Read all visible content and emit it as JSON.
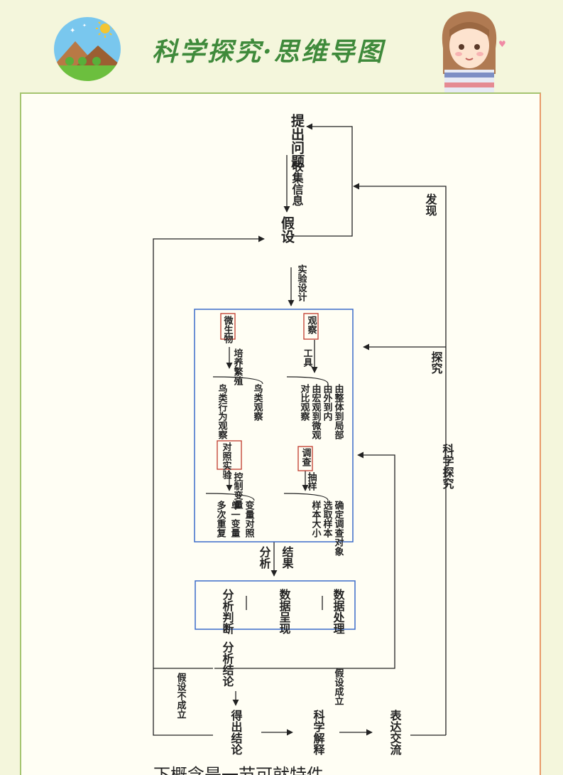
{
  "header": {
    "title": "科学探究·思维导图",
    "colors": {
      "title": "#3f8a3b",
      "sky": "#79c7ee",
      "grass": "#6cbf3e",
      "sun": "#f4c531"
    }
  },
  "diagram": {
    "nodes": {
      "raise_question": "提出问题",
      "collect_info": "收集信息",
      "hypothesis": "假设",
      "design_experiment": "实验设计",
      "observation": "观察",
      "tools": "工具",
      "obs_detail_1": "由整体到局部",
      "obs_detail_2": "由外到内",
      "obs_detail_3": "由宏观到微观",
      "obs_detail_4": "对比观察",
      "microorganism": "微生物",
      "microorganism_note": "培养繁殖",
      "bird_obs": "鸟类观察",
      "bird_obs_note": "鸟类行为观察",
      "investigate": "调查",
      "sampling": "抽样",
      "investigate_detail_1": "确定调查对象",
      "investigate_detail_2": "选取样本",
      "investigate_detail_3": "样本大小",
      "control_experiment": "对照实验",
      "control_label": "控制变量",
      "control_detail_1": "单一变量",
      "control_detail_2": "多次重复",
      "control_detail_3": "变量对照",
      "results": "结果",
      "analysis": "分析",
      "data_processing": "数据处理",
      "data_presentation": "数据呈现",
      "analysis_judgment": "分析判断",
      "conclusion_analysis": "分析结论",
      "hypothesis_valid": "假设成立",
      "hypothesis_invalid": "假设不成立",
      "draw_conclusion": "得出结论",
      "science_explanation": "科学解释",
      "express_communicate": "表达交流",
      "discover": "发现",
      "inquiry": "探究",
      "scientific_inquiry": "科学探究"
    }
  },
  "caption": "下概念是一节可就特件"
}
